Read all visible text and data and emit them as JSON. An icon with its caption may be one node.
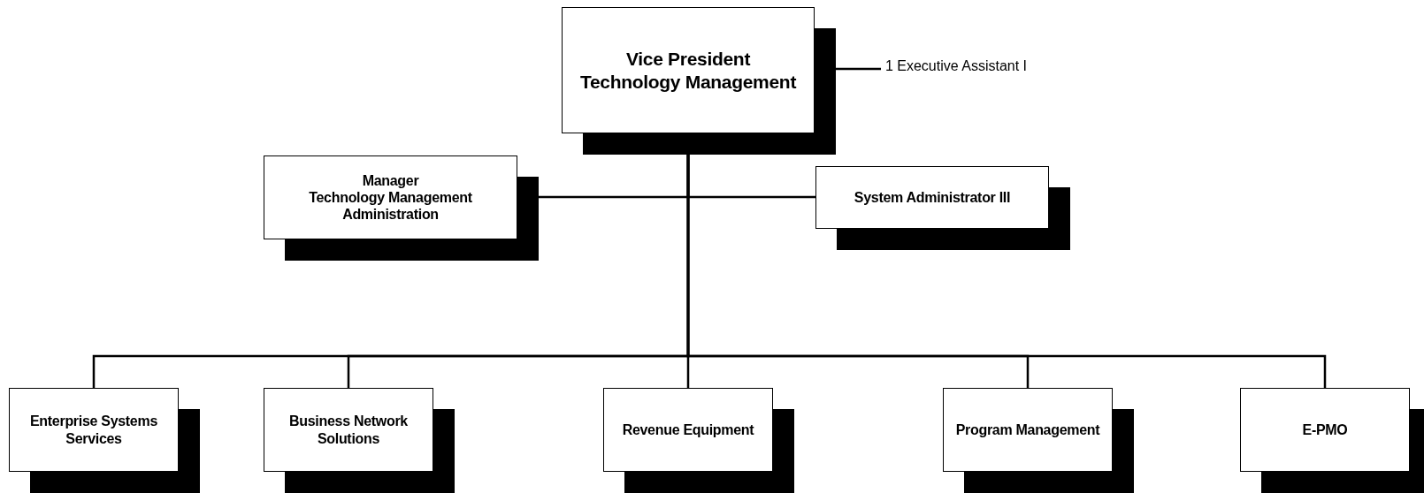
{
  "diagram": {
    "nodes": [
      {
        "text": [
          "Vice President",
          "Technology Management"
        ]
      },
      {
        "text": [
          "1 Executive Assistant I"
        ]
      },
      {
        "text": [
          "Manager",
          "Technology Management Administration"
        ]
      },
      {
        "text": [
          "System Administrator III"
        ]
      },
      {
        "text": [
          "Enterprise Systems Services"
        ]
      },
      {
        "text": [
          "Business Network Solutions"
        ]
      },
      {
        "text": [
          "Revenue Equipment"
        ]
      },
      {
        "text": [
          "Program Management"
        ]
      },
      {
        "text": [
          "E-PMO"
        ]
      }
    ],
    "edges": [
      {
        "from": 0,
        "to": 1,
        "arrow": "none"
      },
      {
        "from": 0,
        "to": 2,
        "arrow": "none"
      },
      {
        "from": 0,
        "to": 3,
        "arrow": "none"
      },
      {
        "from": 0,
        "to": 4,
        "arrow": "none"
      },
      {
        "from": 0,
        "to": 5,
        "arrow": "none"
      },
      {
        "from": 0,
        "to": 6,
        "arrow": "none"
      },
      {
        "from": 0,
        "to": 7,
        "arrow": "none"
      },
      {
        "from": 0,
        "to": 8,
        "arrow": "none"
      }
    ]
  }
}
